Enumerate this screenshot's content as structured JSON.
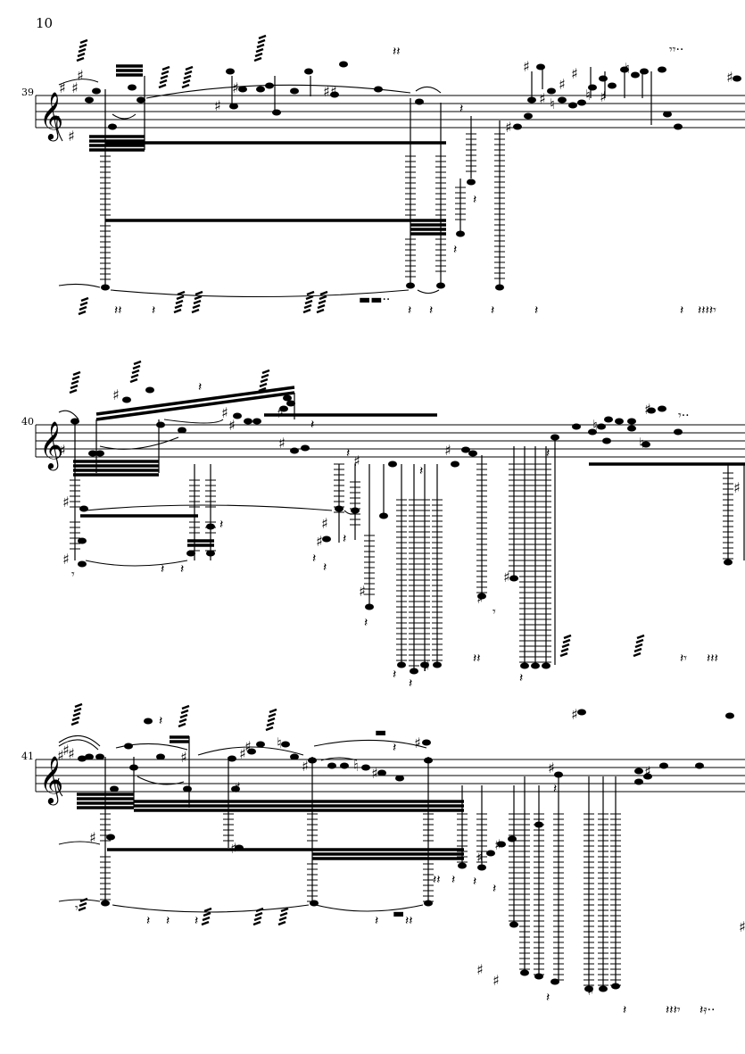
{
  "page": {
    "number": "10"
  },
  "systems": [
    {
      "measure": "39"
    },
    {
      "measure": "40"
    },
    {
      "measure": "41"
    }
  ]
}
